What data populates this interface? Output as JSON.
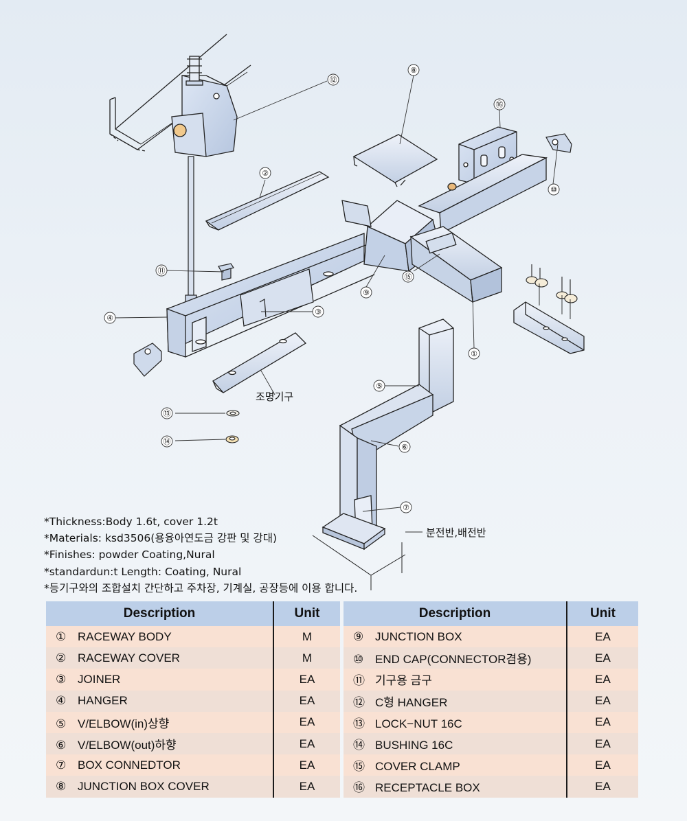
{
  "callouts": [
    "⑫",
    "②",
    "⑧",
    "⑯",
    "⑩",
    "⑪",
    "④",
    "③",
    "⑨",
    "⑮",
    "①",
    "⑤",
    "⑥",
    "⑦",
    "⑬",
    "⑭"
  ],
  "diagram_labels": {
    "lighting": "조명기구",
    "panel": "분전반,배전반"
  },
  "notes": [
    "*Thickness:Body 1.6t, cover 1.2t",
    "*Materials: ksd3506(용융아연도금 강판 및 강대)",
    "*Finishes: powder Coating,Nural",
    "*standardun:t Length: Coating, Nural",
    "*등기구와의 조합설치 간단하고 주차장, 기계실, 공장등에 이용 합니다."
  ],
  "table": {
    "headers": {
      "description": "Description",
      "unit": "Unit"
    },
    "left": [
      {
        "num": "①",
        "desc": "RACEWAY BODY",
        "unit": "M"
      },
      {
        "num": "②",
        "desc": "RACEWAY COVER",
        "unit": "M"
      },
      {
        "num": "③",
        "desc": "JOINER",
        "unit": "EA"
      },
      {
        "num": "④",
        "desc": "HANGER",
        "unit": "EA"
      },
      {
        "num": "⑤",
        "desc": "V/ELBOW(in)상향",
        "unit": "EA"
      },
      {
        "num": "⑥",
        "desc": "V/ELBOW(out)하향",
        "unit": "EA"
      },
      {
        "num": "⑦",
        "desc": "BOX CONNEDTOR",
        "unit": "EA"
      },
      {
        "num": "⑧",
        "desc": "JUNCTION BOX COVER",
        "unit": "EA"
      }
    ],
    "right": [
      {
        "num": "⑨",
        "desc": "JUNCTION BOX",
        "unit": "EA"
      },
      {
        "num": "⑩",
        "desc": "END CAP(CONNECTOR겸용)",
        "unit": "EA"
      },
      {
        "num": "⑪",
        "desc": "기구용 금구",
        "unit": "EA"
      },
      {
        "num": "⑫",
        "desc": "C형 HANGER",
        "unit": "EA"
      },
      {
        "num": "⑬",
        "desc": "LOCK−NUT 16C",
        "unit": "EA"
      },
      {
        "num": "⑭",
        "desc": "BUSHING 16C",
        "unit": "EA"
      },
      {
        "num": "⑮",
        "desc": "COVER CLAMP",
        "unit": "EA"
      },
      {
        "num": "⑯",
        "desc": "RECEPTACLE BOX",
        "unit": "EA"
      }
    ]
  }
}
